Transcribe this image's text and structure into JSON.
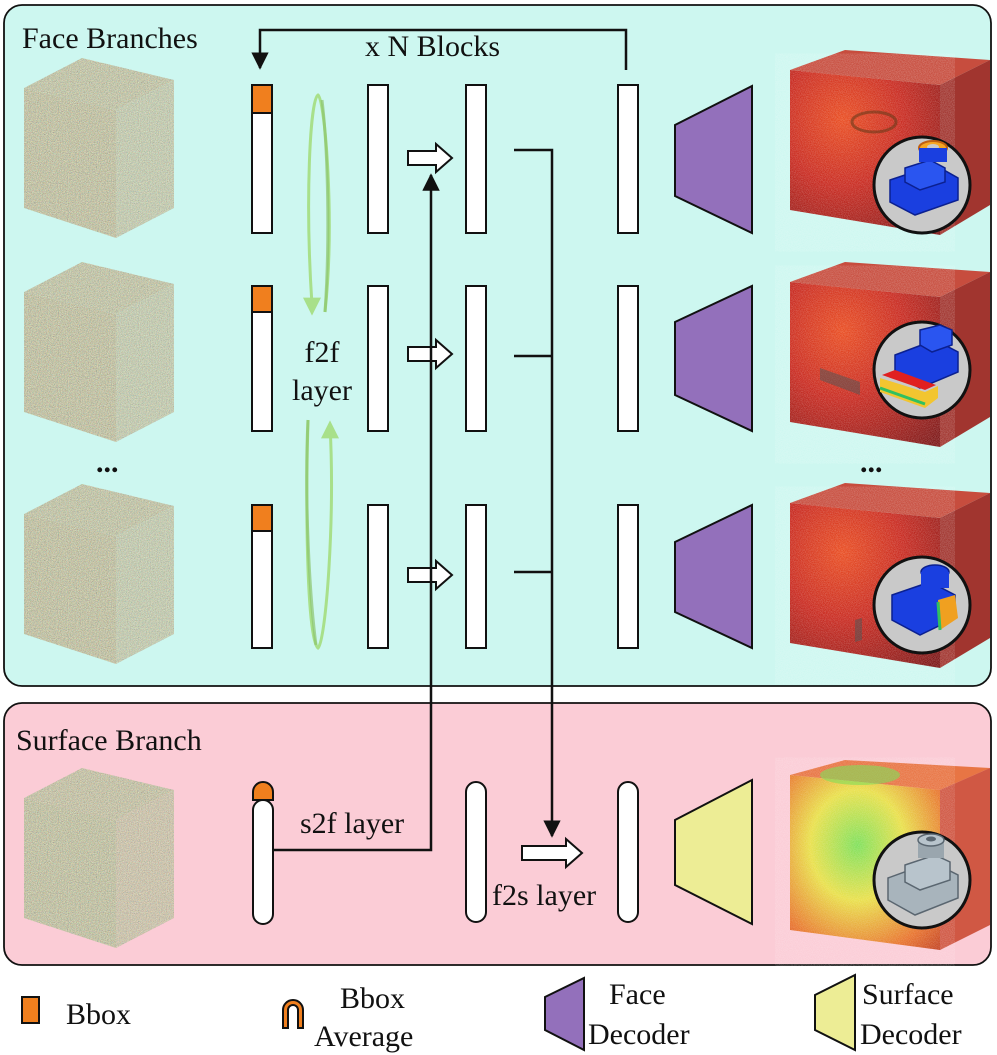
{
  "face_branches": {
    "title": "Face Branches",
    "loop_label": "x N Blocks",
    "f2f_label_line1": "f2f",
    "f2f_label_line2": "layer",
    "ellipsis_left": "...",
    "ellipsis_right": "..."
  },
  "surface_branch": {
    "title": "Surface Branch",
    "s2f_label": "s2f layer",
    "f2s_label": "f2s layer"
  },
  "legend": {
    "bbox": "Bbox",
    "bbox_average_line1": "Bbox",
    "bbox_average_line2": "Average",
    "face_decoder_line1": "Face",
    "face_decoder_line2": "Decoder",
    "surface_decoder_line1": "Surface",
    "surface_decoder_line2": "Decoder"
  },
  "colors": {
    "face_panel": "#cdf7f0",
    "surface_panel": "#fbccd6",
    "bbox_orange": "#f07f1e",
    "face_decoder": "#9370bb",
    "surface_decoder": "#eded95",
    "f2f_arrow": "#a8e08a"
  }
}
